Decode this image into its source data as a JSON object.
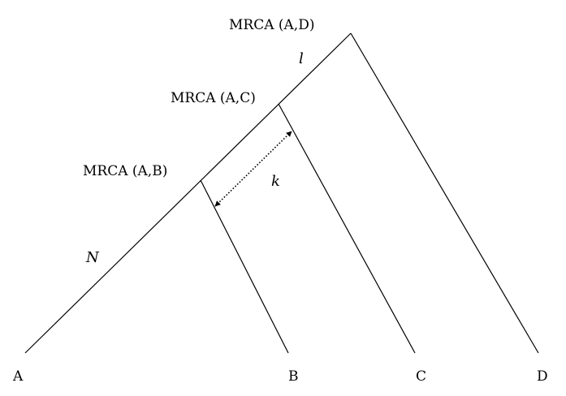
{
  "nodes": {
    "mrca_ad": "MRCA (A,D)",
    "mrca_ac": "MRCA (A,C)",
    "mrca_ab": "MRCA (A,B)"
  },
  "leaves": {
    "a": "A",
    "b": "B",
    "c": "C",
    "d": "D"
  },
  "branch_labels": {
    "l": "l",
    "k": "k",
    "n": "N"
  },
  "colors": {
    "line": "#000000",
    "background": "#ffffff"
  }
}
